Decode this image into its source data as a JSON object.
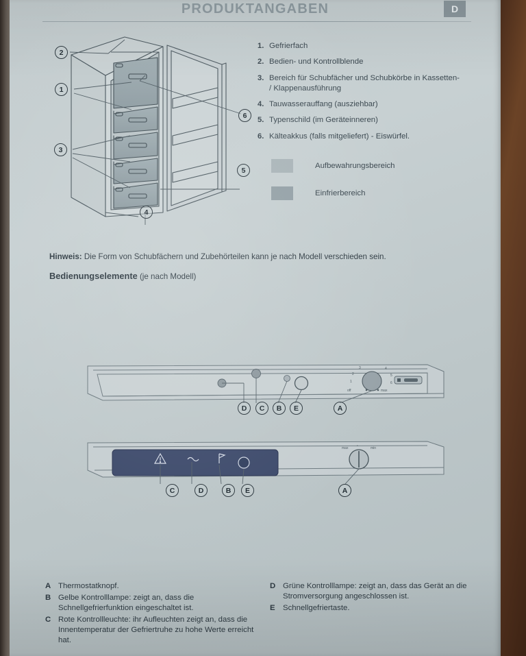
{
  "header": {
    "title": "PRODUKTANGABEN",
    "language_badge": "D"
  },
  "parts_list": [
    {
      "num": "1.",
      "text": "Gefrierfach"
    },
    {
      "num": "2.",
      "text": "Bedien- und Kontrollblende"
    },
    {
      "num": "3.",
      "text": "Bereich für Schubfächer und Schubkörbe in Kassetten- / Klappenausführung"
    },
    {
      "num": "4.",
      "text": "Tauwasserauffang (ausziehbar)"
    },
    {
      "num": "5.",
      "text": "Typenschild (im Geräteinneren)"
    },
    {
      "num": "6.",
      "text": "Kälteakkus (falls mitgeliefert) - Eiswürfel."
    }
  ],
  "legend": [
    {
      "label": "Aufbewahrungsbereich",
      "color": "#a9b4b8"
    },
    {
      "label": "Einfrierbereich",
      "color": "#93a0a6"
    }
  ],
  "diagram": {
    "callouts": [
      "1",
      "2",
      "3",
      "4",
      "5",
      "6"
    ]
  },
  "notes": {
    "hint_prefix": "Hinweis:",
    "hint_text": " Die Form von Schubfächern und Zubehörteilen kann je nach Modell verschieden sein.",
    "controls_title": "Bedienungselemente",
    "controls_suffix": " (je nach Modell)"
  },
  "panel_one": {
    "labels": [
      "D",
      "C",
      "B",
      "E",
      "A"
    ],
    "knob_ticks": [
      "3",
      "2",
      "1",
      "off",
      "4",
      "5",
      "6",
      "max"
    ]
  },
  "panel_two": {
    "labels": [
      "C",
      "D",
      "B",
      "E",
      "A"
    ],
    "icons": [
      "warning-triangle-icon",
      "wave-icon",
      "fast-freeze-icon",
      "round-button-icon"
    ],
    "knob_ticks": [
      "max",
      "min"
    ],
    "strip_color": "#3d4a6b"
  },
  "key_legend_left": [
    {
      "key": "A",
      "text": "Thermostatknopf."
    },
    {
      "key": "B",
      "text": "Gelbe Kontrolllampe: zeigt an, dass die Schnellgefrierfunktion eingeschaltet ist."
    },
    {
      "key": "C",
      "text": "Rote Kontrollleuchte: ihr Aufleuchten zeigt an, dass die Innentemperatur der Gefriertruhe zu hohe Werte erreicht hat."
    }
  ],
  "key_legend_right": [
    {
      "key": "D",
      "text": "Grüne Kontrolllampe: zeigt an, dass das Gerät an die Stromversorgung angeschlossen ist."
    },
    {
      "key": "E",
      "text": "Schnellgefriertaste."
    }
  ]
}
